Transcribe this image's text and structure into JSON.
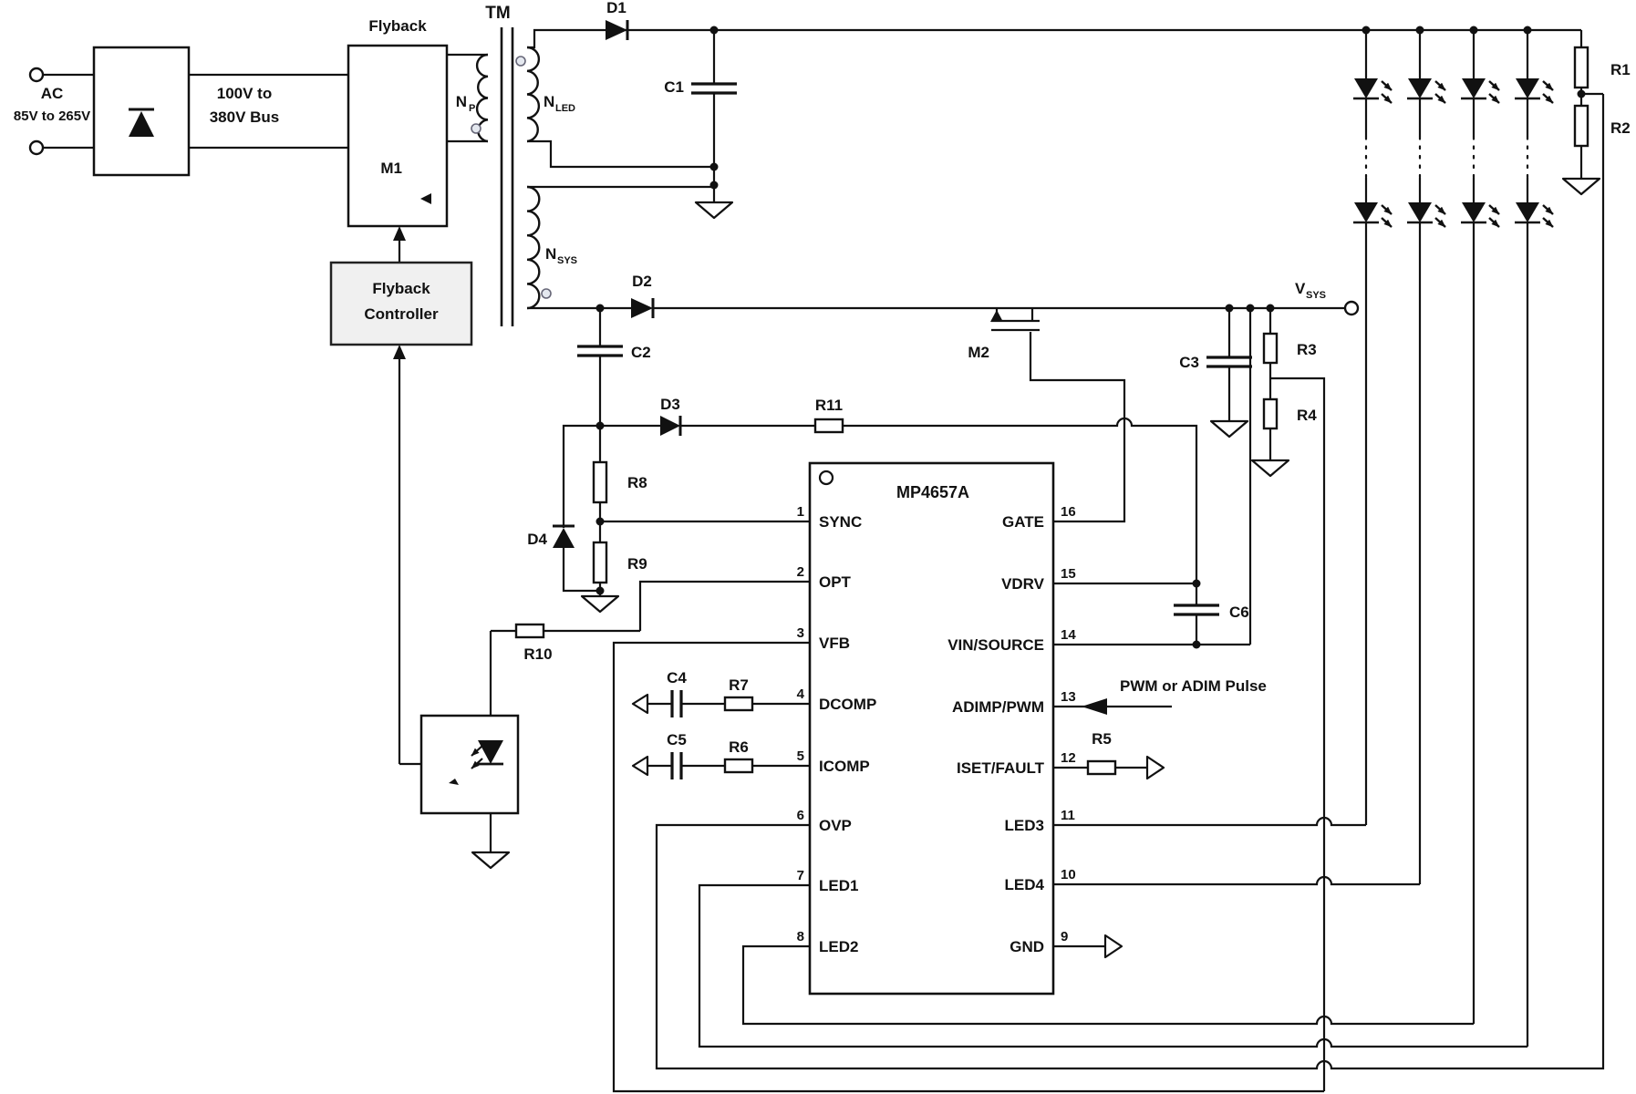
{
  "input": {
    "ac_label": "AC",
    "ac_range": "85V to 265V",
    "bus_line1": "100V to",
    "bus_line2": "380V Bus"
  },
  "flyback": {
    "block_label": "Flyback",
    "mosfet": "M1",
    "controller_line1": "Flyback",
    "controller_line2": "Controller"
  },
  "transformer": {
    "name": "TM",
    "np_main": "N",
    "np_sub": "P",
    "nled_main": "N",
    "nled_sub": "LED",
    "nsys_main": "N",
    "nsys_sub": "SYS"
  },
  "components": {
    "d1": "D1",
    "c1": "C1",
    "d2": "D2",
    "c2": "C2",
    "d3": "D3",
    "d4": "D4",
    "r8": "R8",
    "r9": "R9",
    "r10": "R10",
    "r11": "R11",
    "c4": "C4",
    "r7": "R7",
    "c5": "C5",
    "r6": "R6",
    "m2": "M2",
    "c3": "C3",
    "r3": "R3",
    "r4": "R4",
    "c6": "C6",
    "r5": "R5",
    "r1": "R1",
    "r2": "R2"
  },
  "rails": {
    "vsys_main": "V",
    "vsys_sub": "SYS"
  },
  "ic": {
    "name": "MP4657A",
    "left_pins": [
      {
        "num": "1",
        "name": "SYNC"
      },
      {
        "num": "2",
        "name": "OPT"
      },
      {
        "num": "3",
        "name": "VFB"
      },
      {
        "num": "4",
        "name": "DCOMP"
      },
      {
        "num": "5",
        "name": "ICOMP"
      },
      {
        "num": "6",
        "name": "OVP"
      },
      {
        "num": "7",
        "name": "LED1"
      },
      {
        "num": "8",
        "name": "LED2"
      }
    ],
    "right_pins": [
      {
        "num": "16",
        "name": "GATE"
      },
      {
        "num": "15",
        "name": "VDRV"
      },
      {
        "num": "14",
        "name": "VIN/SOURCE"
      },
      {
        "num": "13",
        "name": "ADIMP/PWM"
      },
      {
        "num": "12",
        "name": "ISET/FAULT"
      },
      {
        "num": "11",
        "name": "LED3"
      },
      {
        "num": "10",
        "name": "LED4"
      },
      {
        "num": "9",
        "name": "GND"
      }
    ]
  },
  "annotations": {
    "pwm_pulse": "PWM or ADIM Pulse"
  }
}
